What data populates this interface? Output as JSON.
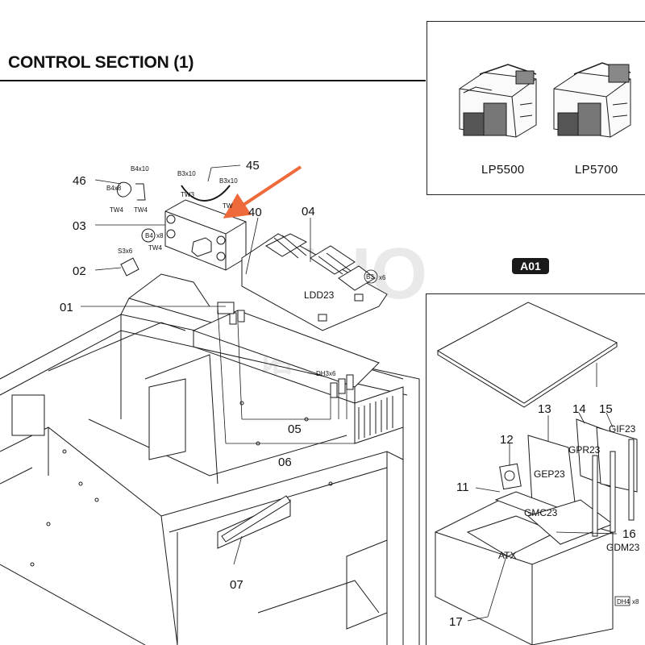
{
  "header": {
    "title": "CONTROL SECTION (1)"
  },
  "models": [
    {
      "label": "LP5500",
      "icon": "printer-lp5500-icon"
    },
    {
      "label": "LP5700",
      "icon": "printer-lp5700-icon"
    }
  ],
  "assembly_tag": "A01",
  "watermark": {
    "latin": "NUO",
    "chinese": "诺 像"
  },
  "callouts": {
    "c46": "46",
    "c45": "45",
    "c40": "40",
    "c04": "04",
    "c03": "03",
    "c02": "02",
    "c01": "01",
    "c05": "05",
    "c06": "06",
    "c07": "07",
    "c13": "13",
    "c14": "14",
    "c15": "15",
    "c12": "12",
    "c11": "11",
    "c16": "16",
    "c17": "17"
  },
  "fasteners": {
    "b4x10": "B4x10",
    "b4x8": "B4x8",
    "tw4a": "TW4",
    "tw4b": "TW4",
    "b3x10a": "B3x10",
    "b3x10b": "B3x10",
    "tw3": "TW3",
    "tw_partial": "TW",
    "b4x8b": "x8",
    "b4circle": "B4",
    "tw4c": "TW4",
    "s3x6": "S3x6",
    "b3circle": "B3",
    "b3x6": "x6",
    "dh3x6": "DH3x6",
    "dh4": "DH4",
    "dh4x8": "x8"
  },
  "boards": {
    "ldd23": "LDD23",
    "gif23": "GIF23",
    "gpr23": "GPR23",
    "gep23": "GEP23",
    "gmc23": "GMC23",
    "gdm23": "GDM23",
    "atx": "ATX"
  },
  "colors": {
    "arrow": "#ef6a3a",
    "line": "#1a1a1a",
    "watermark": "#d8d8d8"
  }
}
